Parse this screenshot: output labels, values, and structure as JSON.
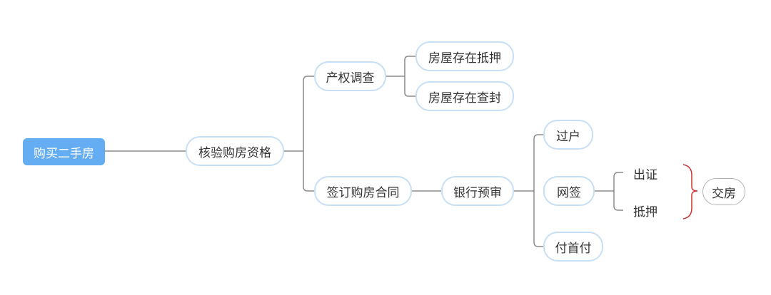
{
  "diagram": {
    "root": {
      "label": "购买二手房"
    },
    "verify": {
      "label": "核验购房资格"
    },
    "property_check": {
      "label": "产权调查"
    },
    "mortgage_exists": {
      "label": "房屋存在抵押"
    },
    "sealed_exists": {
      "label": "房屋存在查封"
    },
    "sign_contract": {
      "label": "签订购房合同"
    },
    "bank_review": {
      "label": "银行预审"
    },
    "transfer": {
      "label": "过户"
    },
    "online_sign": {
      "label": "网签"
    },
    "certificate": {
      "label": "出证"
    },
    "pledge": {
      "label": "抵押"
    },
    "down_payment": {
      "label": "付首付"
    },
    "handover": {
      "label": "交房"
    }
  },
  "colors": {
    "root_fill": "#64adf2",
    "node_border": "#c7dff5",
    "connector": "#8c8c8c",
    "summary_brace": "#cc3333"
  }
}
